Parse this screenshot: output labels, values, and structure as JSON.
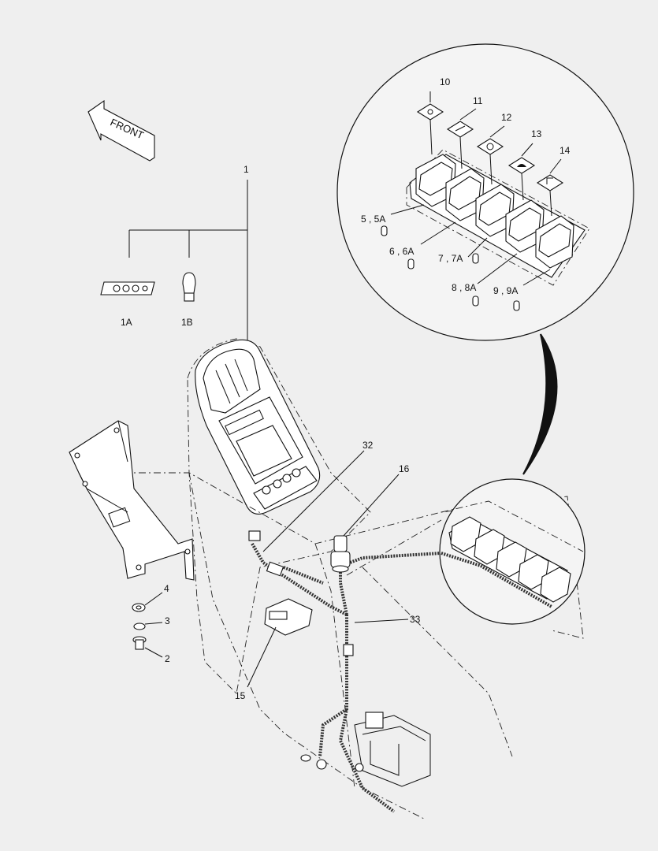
{
  "front_arrow": {
    "text": "FRONT"
  },
  "callouts": {
    "c1": "1",
    "c1a": "1A",
    "c1b": "1B",
    "c2": "2",
    "c3": "3",
    "c4": "4",
    "c5": "5 , 5A",
    "c6": "6 , 6A",
    "c7": "7 , 7A",
    "c8": "8 , 8A",
    "c9": "9 , 9A",
    "c10": "10",
    "c11": "11",
    "c12": "12",
    "c13": "13",
    "c14": "14",
    "c15": "15",
    "c16": "16",
    "c32": "32",
    "c33": "33"
  },
  "icons": [
    "work-light-icon",
    "wiper-icon",
    "fan-icon",
    "beacon-icon",
    "horn-icon",
    "bulb-icon"
  ]
}
